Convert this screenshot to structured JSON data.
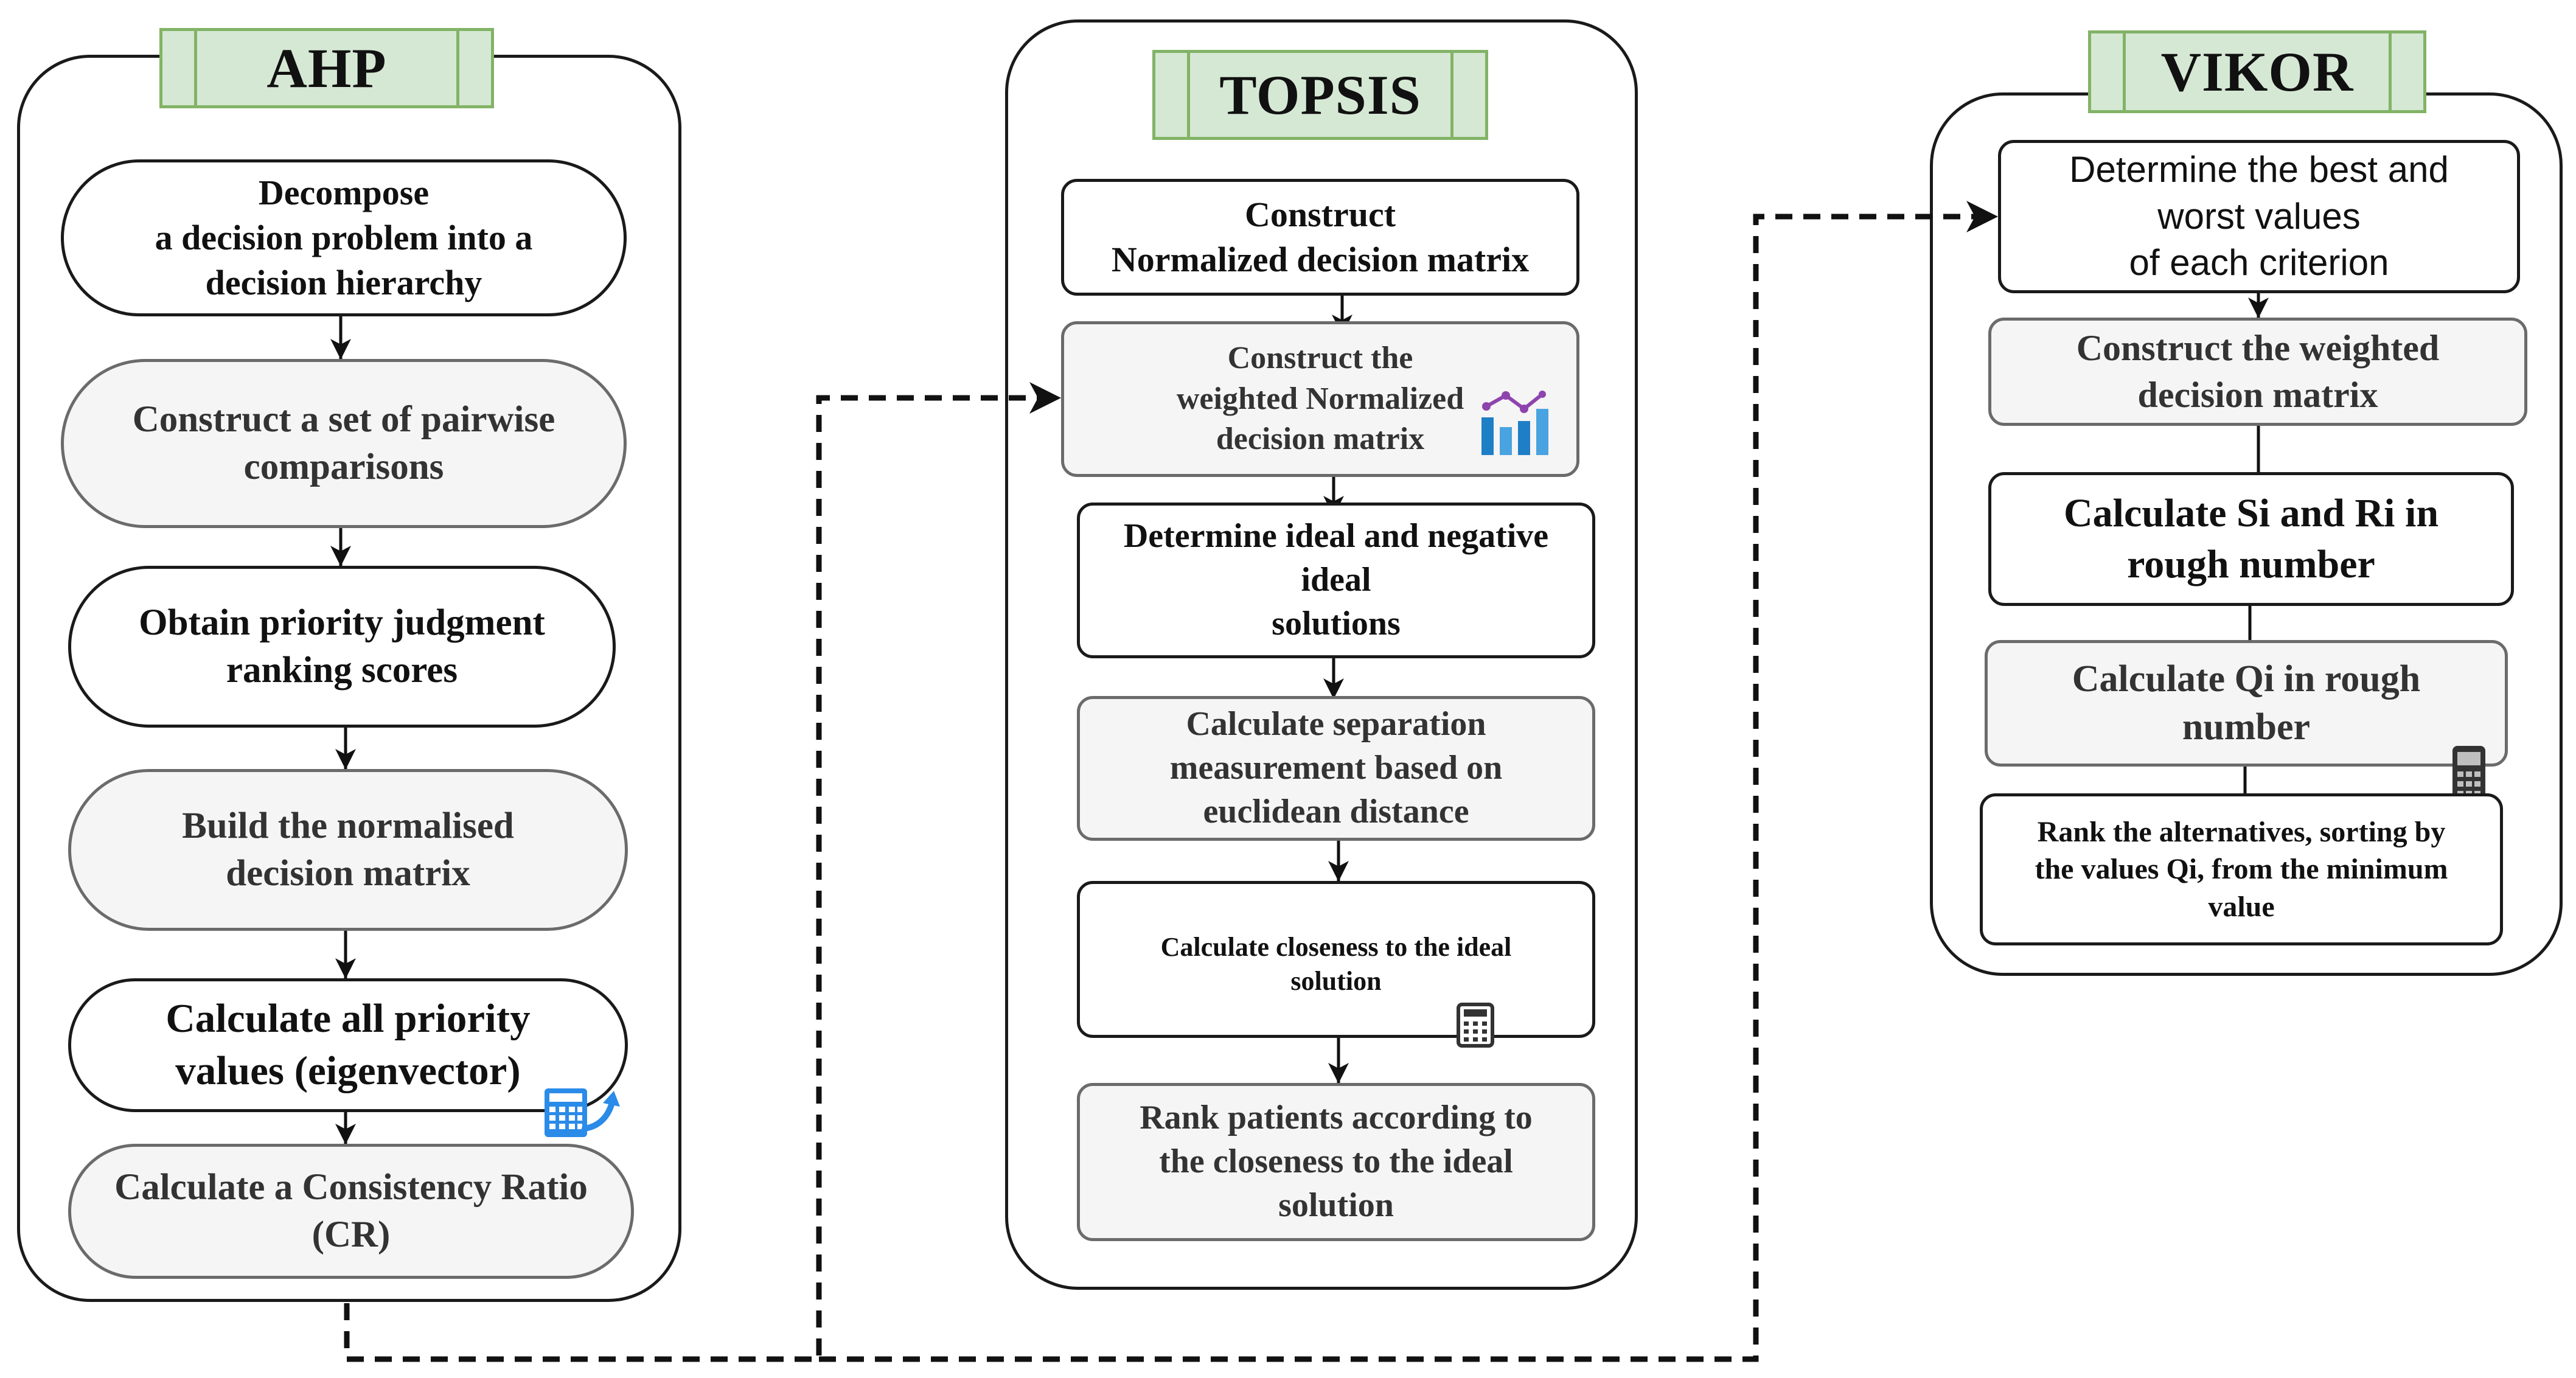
{
  "ahp": {
    "title": "AHP",
    "steps": [
      "Decompose\na decision problem into a\ndecision hierarchy",
      "Construct a set of pairwise\ncomparisons",
      "Obtain priority judgment\nranking scores",
      "Build the normalised\ndecision matrix",
      "Calculate all priority\nvalues (eigenvector)",
      "Calculate a Consistency Ratio\n(CR)"
    ]
  },
  "topsis": {
    "title": "TOPSIS",
    "steps": [
      "Construct\nNormalized decision matrix",
      "Construct the\nweighted Normalized\ndecision matrix",
      "Determine ideal and negative\nideal\nsolutions",
      "Calculate separation\nmeasurement based on\neuclidean distance",
      "Calculate closeness to the ideal\nsolution",
      "Rank patients according to\nthe closeness to the ideal\nsolution"
    ]
  },
  "vikor": {
    "title": "VIKOR",
    "steps": [
      "Determine the best and\nworst values\nof each criterion",
      "Construct the weighted\ndecision matrix",
      "Calculate Si and Ri in\nrough number",
      "Calculate Qi in rough\nnumber",
      "Rank the alternatives, sorting by\nthe values Qi, from the minimum\nvalue"
    ]
  },
  "colors": {
    "title_fill": "#d5e8d4",
    "title_border": "#82b366",
    "grey_fill": "#f5f5f5",
    "grey_border": "#6b6b6b",
    "chart_icon_purple": "#8e44ad",
    "chart_icon_blue": "#1f7fc6",
    "calculator_icon_blue": "#2b8be8",
    "calculator_icon_dark": "#333333"
  },
  "icons": [
    "line-bar-chart-icon",
    "calculator-icon",
    "calculator-icon",
    "calculator-icon"
  ]
}
